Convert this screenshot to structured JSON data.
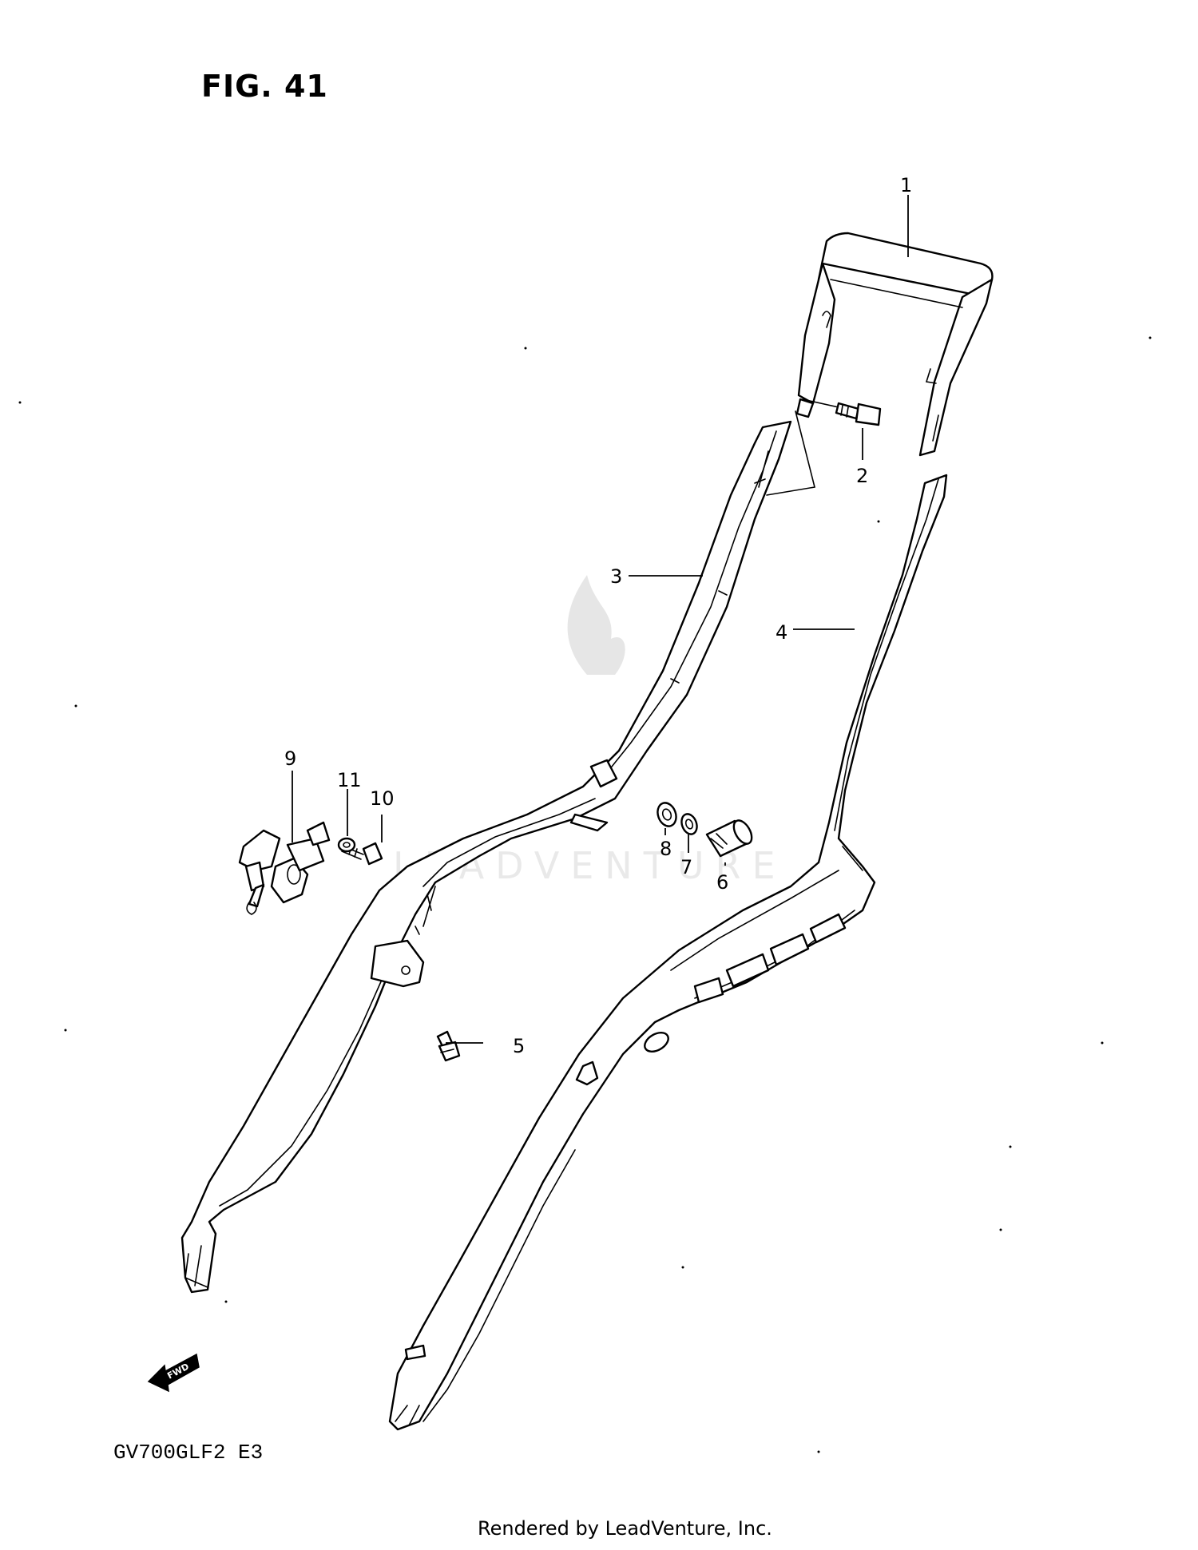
{
  "figure_title": "FIG. 41",
  "model_code": "GV700GLF2  E3",
  "footer": "Rendered by LeadVenture, Inc.",
  "watermark": "LEADVENTURE",
  "direction_marker": "FWD",
  "callouts": [
    "1",
    "2",
    "3",
    "4",
    "5",
    "6",
    "7",
    "8",
    "9",
    "10",
    "11"
  ]
}
